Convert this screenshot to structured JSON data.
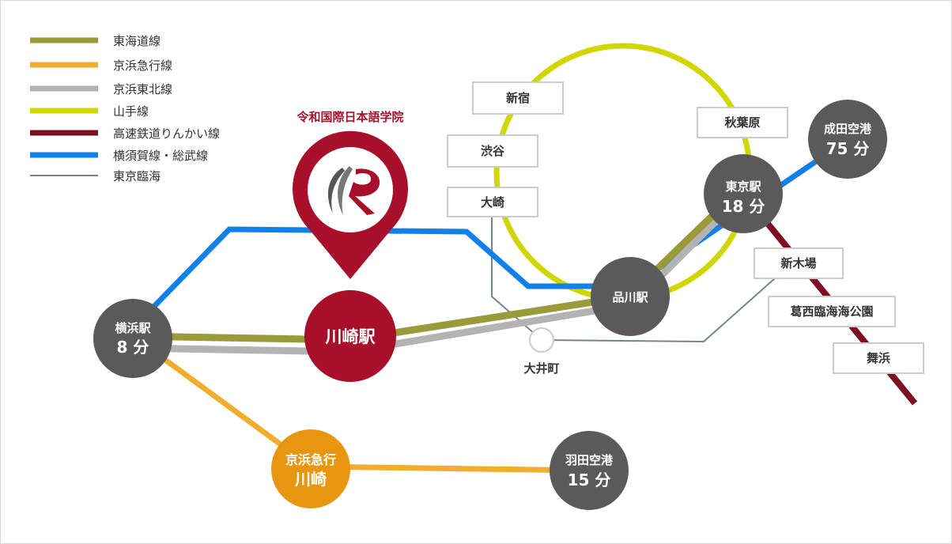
{
  "legend": [
    {
      "name": "東海道線",
      "color": "#9a9a3a"
    },
    {
      "name": "京浜急行線",
      "color": "#f0ad2e"
    },
    {
      "name": "京浜東北線",
      "color": "#b3b3b3"
    },
    {
      "name": "山手線",
      "color": "#cfd600"
    },
    {
      "name": "高速鉄道りんかい線",
      "color": "#7d0f22"
    },
    {
      "name": "横須賀線・総武線",
      "color": "#1180e8"
    },
    {
      "name": "東京臨海",
      "color": "#6f8a80"
    }
  ],
  "school": {
    "name": "令和国際日本語学院",
    "color": "#a70f2b"
  },
  "stations": {
    "kawasaki": {
      "name": "川崎駅"
    },
    "yokohama": {
      "name": "横浜駅",
      "time": "8 分"
    },
    "keikyu_kawasaki": {
      "line1": "京浜急行",
      "line2": "川崎"
    },
    "haneda": {
      "name": "羽田空港",
      "time": "15 分"
    },
    "shinagawa": {
      "name": "品川駅"
    },
    "tokyo": {
      "name": "東京駅",
      "time": "18 分"
    },
    "narita": {
      "name": "成田空港",
      "time": "75 分"
    },
    "oimachi": {
      "name": "大井町"
    }
  },
  "labels": {
    "shinjuku": "新宿",
    "shibuya": "渋谷",
    "osaki": "大崎",
    "akihabara": "秋葉原",
    "shinkiba": "新木場",
    "kasai": "葛西臨海海公園",
    "maihama": "舞浜"
  },
  "colors": {
    "node_dark": "#5a5a5a",
    "node_red": "#a70f2b",
    "node_orange": "#e8960f"
  }
}
